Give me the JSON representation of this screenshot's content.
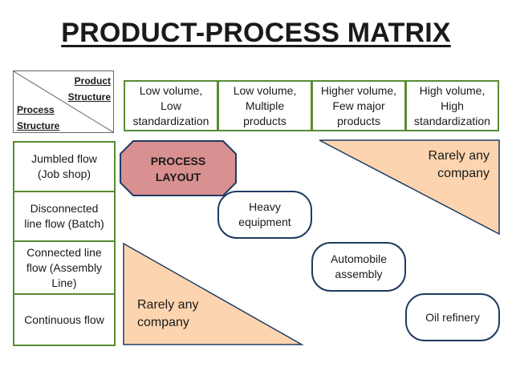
{
  "title": "PRODUCT-PROCESS MATRIX",
  "corner": {
    "product_label": "Product\nStructure",
    "process_label": "Process\nStructure"
  },
  "columns": [
    "Low volume,\nLow\nstandardization",
    "Low volume,\nMultiple\nproducts",
    "Higher volume,\nFew major\nproducts",
    "High volume,\nHigh\nstandardization"
  ],
  "rows": [
    "Jumbled flow\n(Job shop)",
    "Disconnected\nline flow (Batch)",
    "Connected line\nflow (Assembly\nLine)",
    "Continuous flow"
  ],
  "process_layout": {
    "label": "PROCESS\nLAYOUT",
    "fill": "#d89090",
    "stroke": "#1f3b63"
  },
  "examples": [
    "Heavy\nequipment",
    "Automobile\nassembly",
    "Oil refinery"
  ],
  "triangles": {
    "top_right_label": "Rarely any\ncompany",
    "bottom_left_label": "Rarely any\ncompany",
    "fill": "#fcd5b0",
    "stroke": "#1f3b63"
  },
  "colors": {
    "grid_border": "#5a8a32",
    "pill_border": "#1f3b63"
  }
}
